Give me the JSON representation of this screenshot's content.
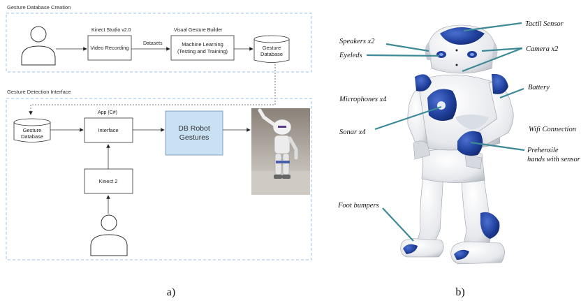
{
  "panel_a": {
    "section1_title": "Gesture Database Creation",
    "section2_title": "Gesture Detection Interface",
    "kinect_studio_title": "Kinect Studio v2.0",
    "video_recording": "Video Recording",
    "datasets": "Datasets",
    "vgb_title": "Visual Gesture Builder",
    "ml_line1": "Machine Learning",
    "ml_line2": "(Testing and Training)",
    "gesture_db_line1": "Gesture",
    "gesture_db_line2": "Database",
    "gesture_db2_line1": "Gesture",
    "gesture_db2_line2": "Database",
    "app_title": "App (C#)",
    "interface": "Interface",
    "db_robot_line1": "DB Robot",
    "db_robot_line2": "Gestures",
    "kinect2": "Kinect 2",
    "caption": "a)"
  },
  "panel_b": {
    "labels": {
      "tactil_sensor": "Tactil Sensor",
      "speakers": "Speakers x2",
      "eyeleds": "Eyeleds",
      "camera": "Camera x2",
      "battery": "Battery",
      "microphones": "Microphones x4",
      "sonar": "Sonar x4",
      "wifi": "Wifi Connection",
      "prehensile_line1": "Prehensile",
      "prehensile_line2": "hands with sensor",
      "foot_bumpers": "Foot bumpers"
    },
    "caption": "b)"
  },
  "colors": {
    "dashed_border": "#9cc3e4",
    "db_robot_fill": "#c9e2f3",
    "robot_blue": "#1f3f9a",
    "pointer_teal": "#3d8a96"
  }
}
